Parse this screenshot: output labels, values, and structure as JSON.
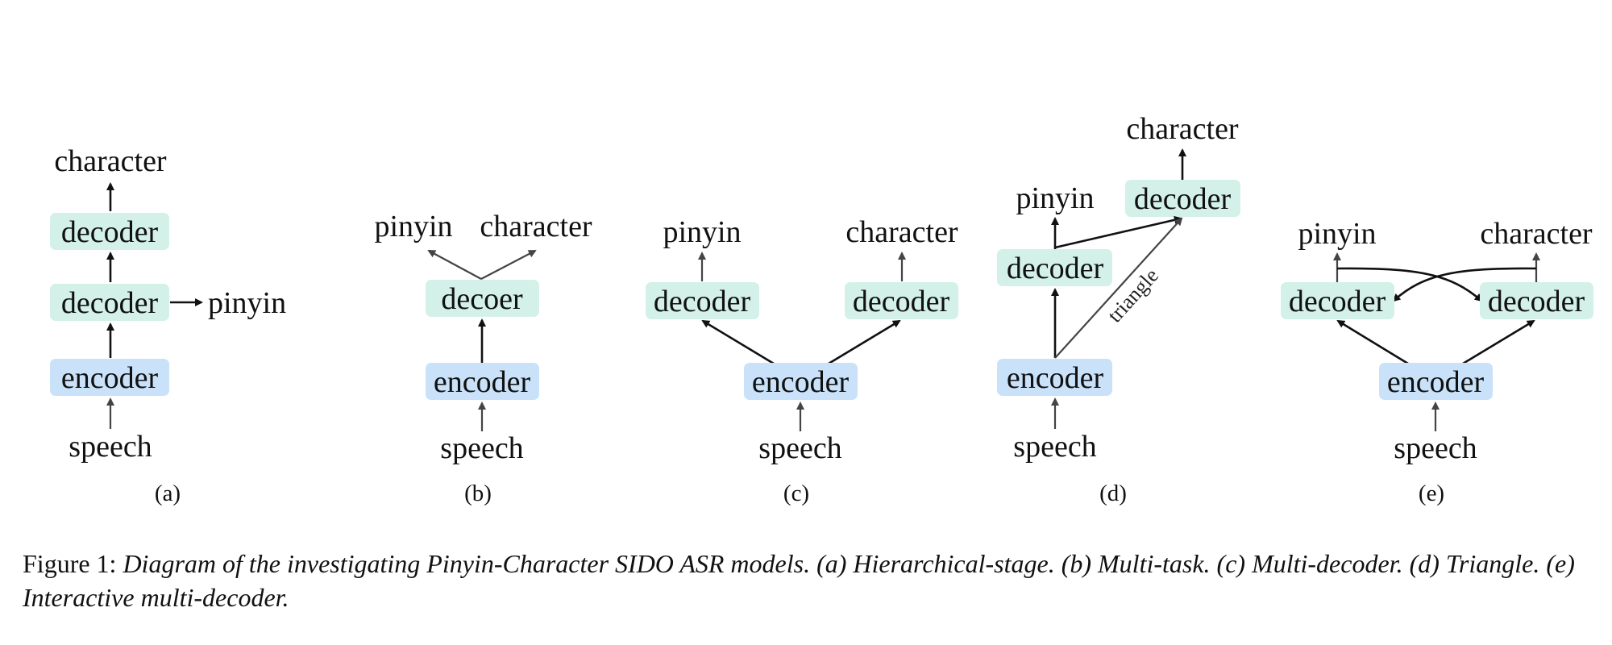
{
  "colors": {
    "decoder_fill": "#d3f1e8",
    "encoder_fill": "#c9e2fa"
  },
  "panels": {
    "a": {
      "sublabel": "(a)",
      "top_output": "character",
      "side_output": "pinyin",
      "decoder_top": "decoder",
      "decoder_mid": "decoder",
      "encoder": "encoder",
      "input": "speech"
    },
    "b": {
      "sublabel": "(b)",
      "output_left": "pinyin",
      "output_right": "character",
      "decoder": "decoer",
      "encoder": "encoder",
      "input": "speech"
    },
    "c": {
      "sublabel": "(c)",
      "output_left": "pinyin",
      "output_right": "character",
      "decoder_left": "decoder",
      "decoder_right": "decoder",
      "encoder": "encoder",
      "input": "speech"
    },
    "d": {
      "sublabel": "(d)",
      "output_left": "pinyin",
      "output_right": "character",
      "decoder_left": "decoder",
      "decoder_right": "decoder",
      "encoder": "encoder",
      "input": "speech",
      "triangle_label": "triangle"
    },
    "e": {
      "sublabel": "(e)",
      "output_left": "pinyin",
      "output_right": "character",
      "decoder_left": "decoder",
      "decoder_right": "decoder",
      "encoder": "encoder",
      "input": "speech"
    }
  },
  "caption": {
    "prefix": "Figure 1: ",
    "body": "Diagram of the investigating Pinyin-Character SIDO ASR models. (a) Hierarchical-stage. (b) Multi-task. (c) Multi-decoder. (d) Triangle. (e) Interactive multi-decoder."
  }
}
